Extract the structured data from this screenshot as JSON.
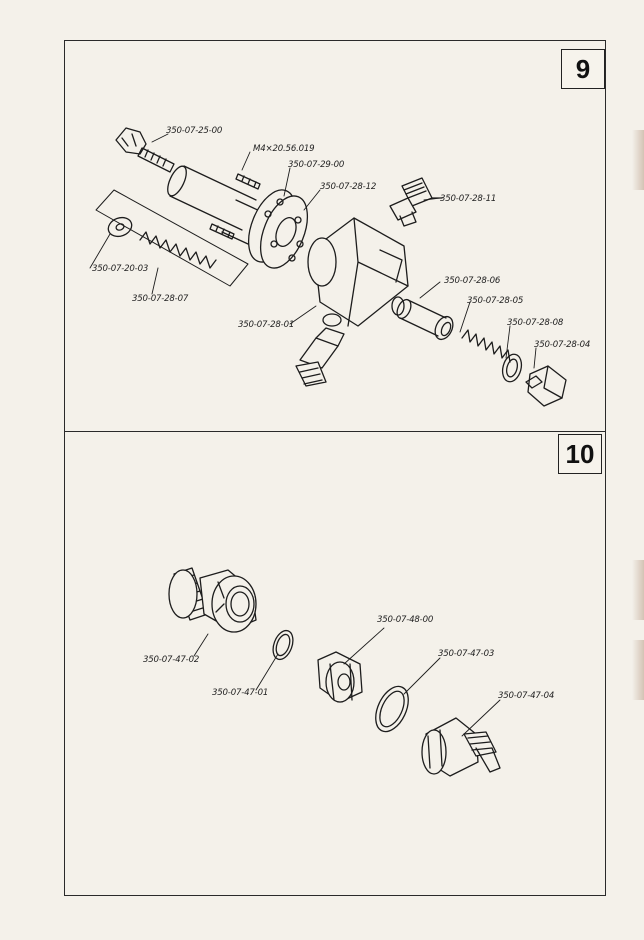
{
  "figures": [
    {
      "number": "9",
      "labels": [
        "350-07-25-00",
        "M4×20.56.019",
        "350-07-29-00",
        "350-07-28-12",
        "350-07-28-11",
        "350-07-20-03",
        "350-07-28-07",
        "350-07-28-06",
        "350-07-28-05",
        "350-07-28-08",
        "350-07-28-04",
        "350-07-28-01"
      ]
    },
    {
      "number": "10",
      "labels": [
        "350-07-48-00",
        "350-07-47-03",
        "350-07-47-02",
        "350-07-47-01",
        "350-07-47-04"
      ]
    }
  ]
}
